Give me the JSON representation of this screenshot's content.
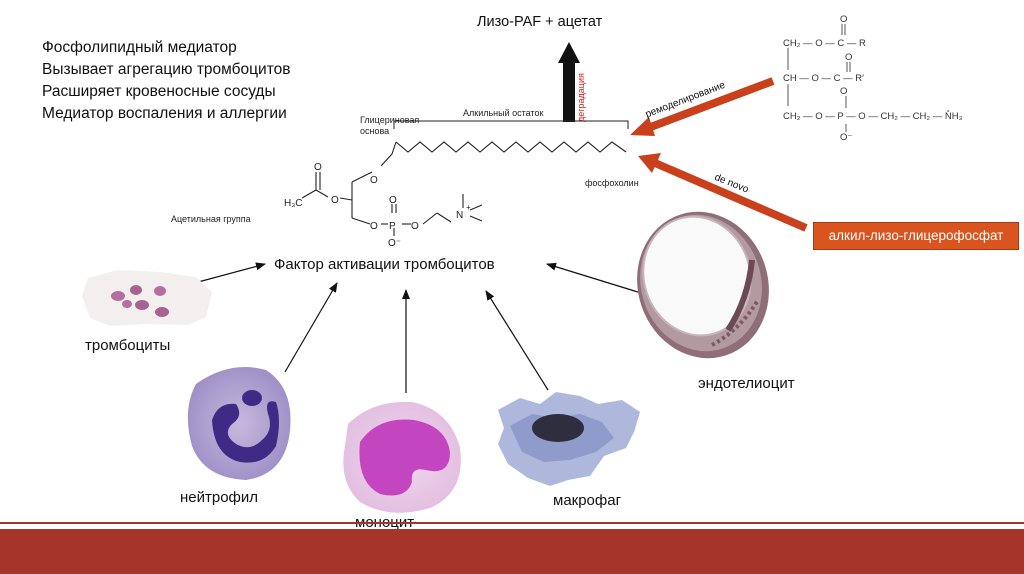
{
  "properties": [
    "Фосфолипидный медиатор",
    "Вызывает агрегацию тромбоцитов",
    "Расширяет кровеносные сосуды",
    "Медиатор воспаления и аллергии"
  ],
  "products_title": "Лизо-PAF + ацетат",
  "degradation_label": "деградация",
  "remodeling_label": "ремоделирование",
  "de_novo_label": "de novo",
  "precursor_label": "алкил-лизо-глицерофосфат",
  "structure_labels": {
    "glycerol_base": "Глицериновая основа",
    "alkyl_residue": "Алкильный остаток",
    "phosphocholine": "фосфохолин",
    "acetyl_group": "Ацетильная группа"
  },
  "center_label": "Фактор активации тромбоцитов",
  "cells": {
    "platelets": "тромбоциты",
    "neutrophil": "нейтрофил",
    "monocyte": "моноцит",
    "macrophage": "макрофаг",
    "endotheliocyte": "эндотелиоцит"
  },
  "colors": {
    "arrow_red": "#c9401c",
    "box_fill": "#d9541e",
    "footer": "#a5342a"
  }
}
